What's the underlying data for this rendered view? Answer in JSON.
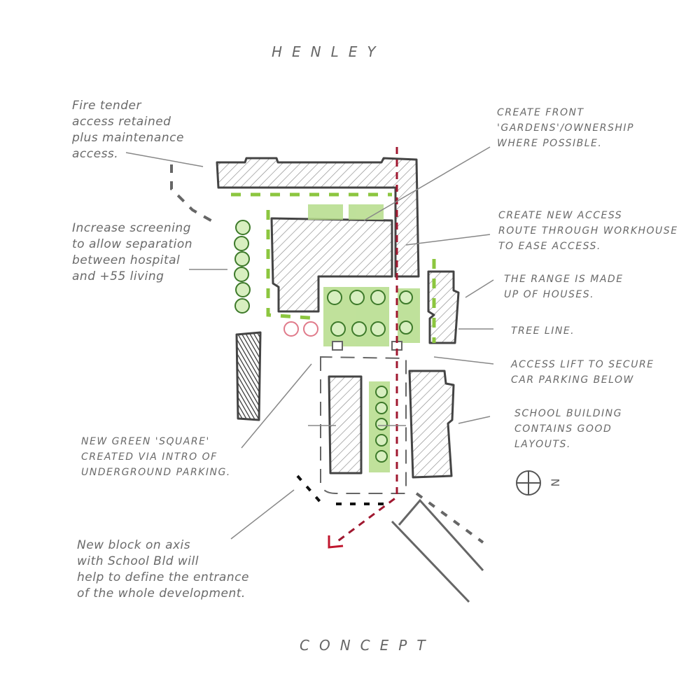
{
  "title": "HENLEY",
  "footer": "CONCEPT",
  "compass_label": "N",
  "colors": {
    "pencil": "#555555",
    "green": "#8cc63f",
    "red": "#a01830",
    "pink": "#e07a8a"
  },
  "notes_left": [
    {
      "lines": [
        "Fire tender",
        "access retained",
        "plus maintenance",
        "access."
      ]
    },
    {
      "lines": [
        "Increase screening",
        "to allow separation",
        "between hospital",
        "and +55 living"
      ]
    },
    {
      "lines": [
        "New green 'square'",
        "created via intro of",
        "underground parking."
      ]
    },
    {
      "lines": [
        "New block on axis",
        "with School Bld will",
        "help to define the entrance",
        "of the whole development."
      ]
    }
  ],
  "notes_right": [
    {
      "lines": [
        "Create front",
        "'gardens'/ownership",
        "where possible."
      ]
    },
    {
      "lines": [
        "Create new access",
        "route through workhouse",
        "to ease access."
      ]
    },
    {
      "lines": [
        "The range is made",
        "up of houses."
      ]
    },
    {
      "lines": [
        "Tree line."
      ]
    },
    {
      "lines": [
        "Access lift to secure",
        "car parking below"
      ]
    },
    {
      "lines": [
        "School building",
        "contains good",
        "layouts."
      ]
    }
  ]
}
